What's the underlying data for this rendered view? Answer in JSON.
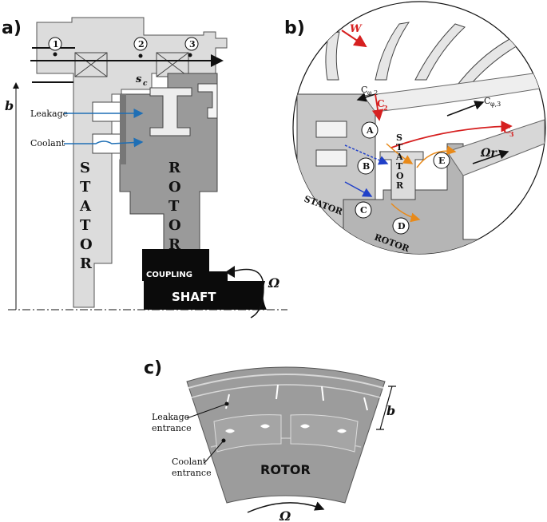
{
  "panel_a": {
    "label": "a)",
    "points": [
      "1",
      "2",
      "3"
    ],
    "seal_clearance": "s",
    "seal_clearance_sub": "c",
    "height_symbol": "b",
    "leakage": "Leakage",
    "coolant": "Coolant",
    "stator_letters": [
      "S",
      "T",
      "A",
      "T",
      "O",
      "R"
    ],
    "rotor_letters": [
      "R",
      "O",
      "T",
      "O",
      "R"
    ],
    "coupling": "COUPLING",
    "shaft": "SHAFT",
    "omega": "Ω"
  },
  "panel_b": {
    "label": "b)",
    "w": "W",
    "c2": "C",
    "c2_sub": "2",
    "cphi2": "C",
    "cphi2_sub": "φ,2",
    "cphi3": "C",
    "cphi3_sub": "φ,3",
    "c3": "C",
    "c3_sub": "3",
    "omega_r": "Ωr",
    "stator_vertical": [
      "S",
      "T",
      "A",
      "T",
      "O",
      "R"
    ],
    "stator": "STATOR",
    "rotor": "ROTOR",
    "regions": [
      "A",
      "B",
      "C",
      "D",
      "E"
    ]
  },
  "panel_c": {
    "label": "c)",
    "leakage_entrance_1": "Leakage",
    "leakage_entrance_2": "entrance",
    "coolant_entrance_1": "Coolant",
    "coolant_entrance_2": "entrance",
    "rotor": "ROTOR",
    "height_symbol": "b",
    "omega": "Ω"
  }
}
